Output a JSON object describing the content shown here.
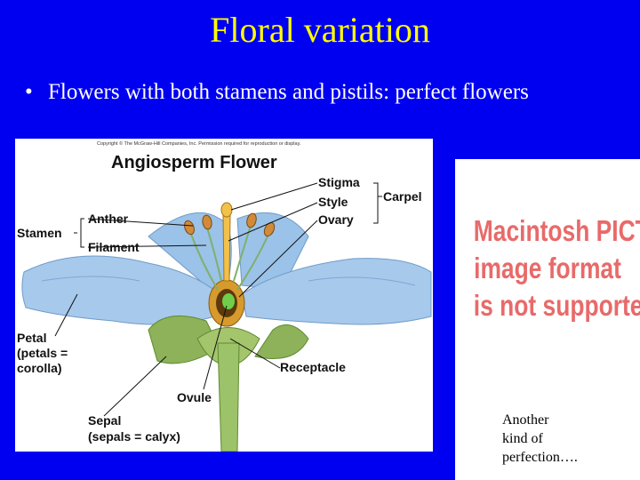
{
  "slide": {
    "title": "Floral variation",
    "bullet_glyph": "•",
    "bullet": "Flowers with both stamens and pistils: perfect flowers"
  },
  "figure": {
    "copyright": "Copyright © The McGraw-Hill Companies, Inc. Permission required for reproduction or display.",
    "title": "Angiosperm Flower",
    "labels": {
      "stigma": "Stigma",
      "style": "Style",
      "ovary": "Ovary",
      "carpel": "Carpel",
      "anther": "Anther",
      "filament": "Filament",
      "stamen": "Stamen",
      "petal_1": "Petal",
      "petal_2": "(petals =",
      "petal_3": "corolla)",
      "receptacle": "Receptacle",
      "ovule": "Ovule",
      "sepal_1": "Sepal",
      "sepal_2": "(sepals = calyx)"
    }
  },
  "pict_placeholder": {
    "lines": [
      "Macintosh PICT",
      "image format",
      "is not supported"
    ]
  },
  "caption": {
    "lines": [
      "Another",
      "kind of",
      "perfection…."
    ]
  },
  "colors": {
    "background": "#0000f0",
    "title": "#ffff00",
    "pict_text": "#e86a6a"
  }
}
